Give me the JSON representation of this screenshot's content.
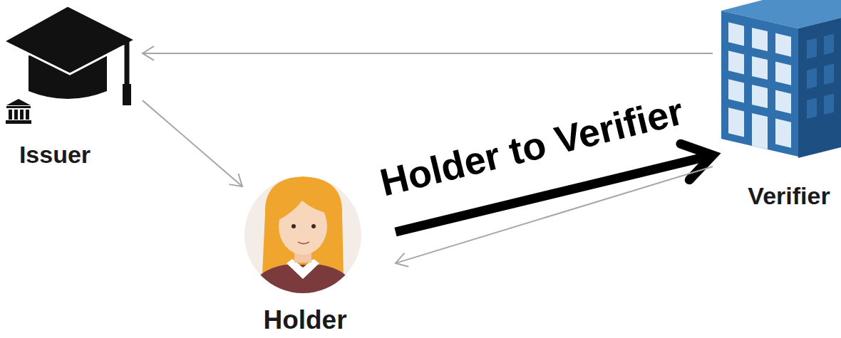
{
  "diagram": {
    "nodes": [
      {
        "text": [
          "Issuer"
        ]
      },
      {
        "text": [
          "Holder"
        ]
      },
      {
        "text": [
          "Verifier"
        ]
      }
    ],
    "edges": [
      {
        "from": 2,
        "to": 0,
        "arrow": "to"
      },
      {
        "from": 0,
        "to": 1,
        "arrow": "to"
      },
      {
        "from": 1,
        "to": 2,
        "label": "Holder to Verifier",
        "arrow": "to"
      },
      {
        "from": 2,
        "to": 1,
        "arrow": "to"
      }
    ]
  }
}
